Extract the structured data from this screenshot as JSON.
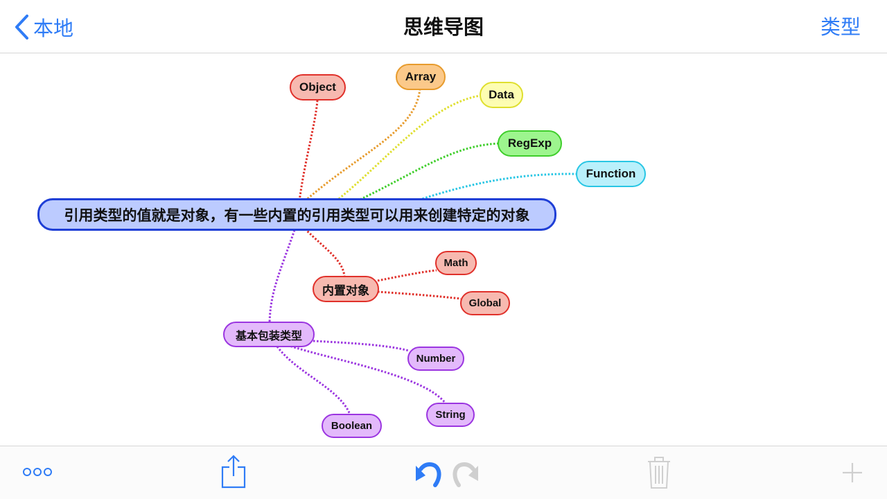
{
  "navbar": {
    "back_label": "本地",
    "title": "思维导图",
    "right_label": "类型"
  },
  "mindmap": {
    "root": "引用类型的值就是对象，有一些内置的引用类型可以用来创建特定的对象",
    "branches": {
      "object": "Object",
      "array": "Array",
      "data": "Data",
      "regexp": "RegExp",
      "function": "Function",
      "builtin": "内置对象",
      "wrapper": "基本包装类型"
    },
    "builtin_children": {
      "math": "Math",
      "global": "Global"
    },
    "wrapper_children": {
      "number": "Number",
      "string": "String",
      "boolean": "Boolean"
    },
    "colors": {
      "root": "#1f3fd6",
      "object": "#e0302a",
      "array": "#e79b2c",
      "data": "#dfdf2e",
      "regexp": "#3fce2b",
      "function": "#28c6e4",
      "builtin": "#e0302a",
      "wrapper": "#9b35e0"
    }
  },
  "toolbar": {
    "icons": [
      "more-icon",
      "share-icon",
      "undo-icon",
      "redo-icon",
      "trash-icon",
      "add-icon"
    ],
    "accent": "#2f7cf6"
  }
}
